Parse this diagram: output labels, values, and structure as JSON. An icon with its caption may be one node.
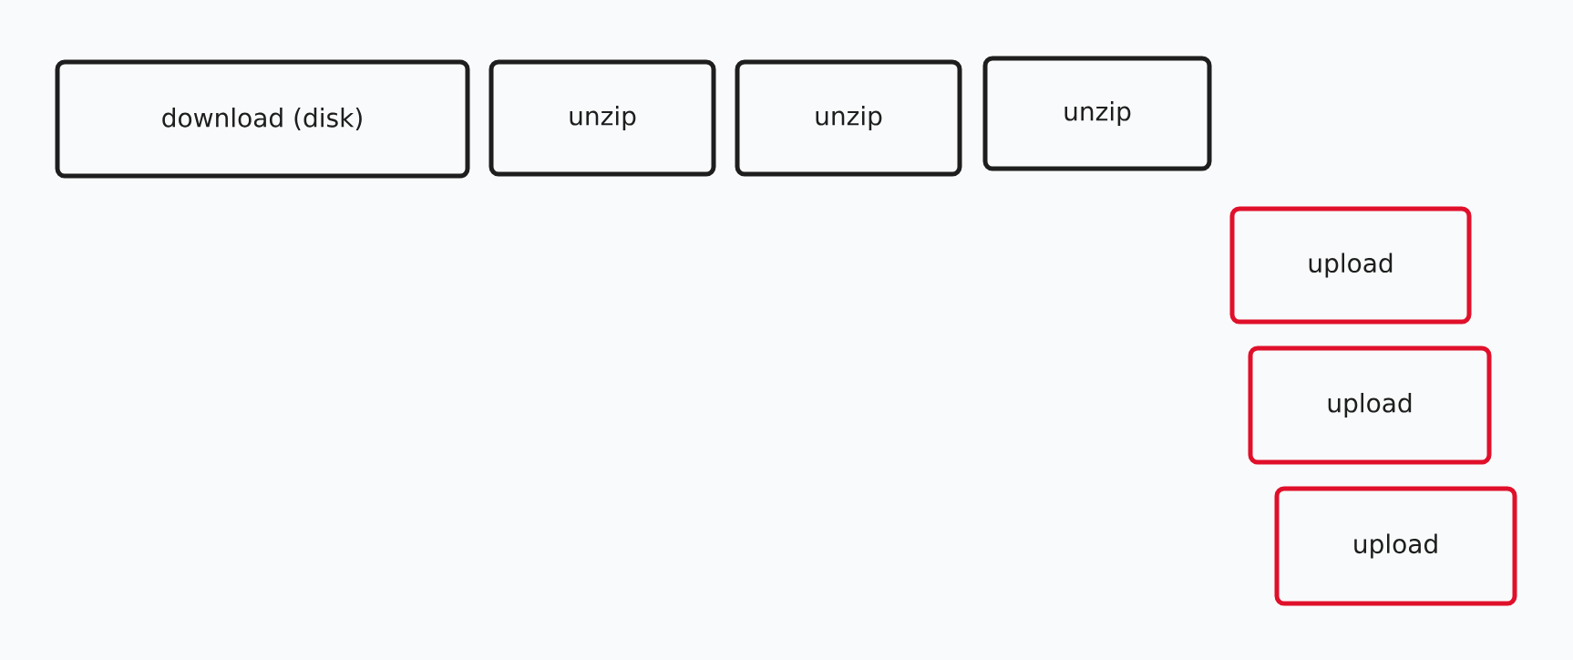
{
  "diagram": {
    "nodes": [
      {
        "text": [
          "download (disk)"
        ]
      },
      {
        "text": [
          "unzip"
        ]
      },
      {
        "text": [
          "unzip"
        ]
      },
      {
        "text": [
          "unzip"
        ]
      },
      {
        "text": [
          "upload"
        ]
      },
      {
        "text": [
          "upload"
        ]
      },
      {
        "text": [
          "upload"
        ]
      }
    ]
  }
}
